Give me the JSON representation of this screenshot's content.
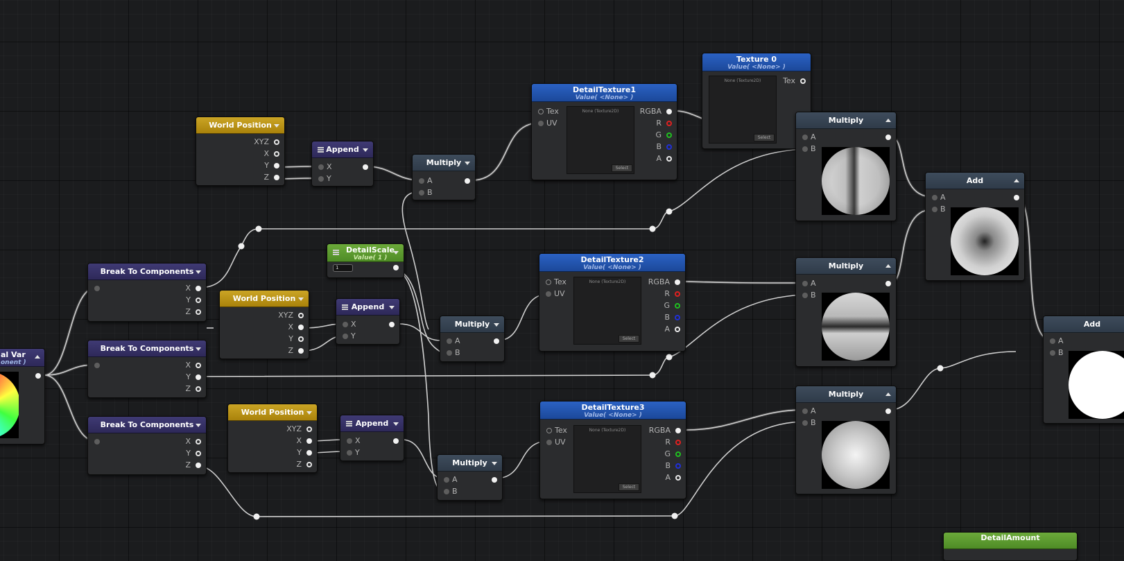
{
  "nodes": {
    "wp1": {
      "title": "World Position",
      "ports": [
        "XYZ",
        "X",
        "Y",
        "Z"
      ]
    },
    "wp2": {
      "title": "World Position",
      "ports": [
        "XYZ",
        "X",
        "Y",
        "Z"
      ]
    },
    "wp3": {
      "title": "World Position",
      "ports": [
        "XYZ",
        "X",
        "Y",
        "Z"
      ]
    },
    "append1": {
      "title": "Append",
      "ports": [
        "X",
        "Y"
      ]
    },
    "append2": {
      "title": "Append",
      "ports": [
        "X",
        "Y"
      ]
    },
    "append3": {
      "title": "Append",
      "ports": [
        "X",
        "Y"
      ]
    },
    "mul_a": {
      "title": "Multiply",
      "ports": [
        "A",
        "B"
      ]
    },
    "mul_b": {
      "title": "Multiply",
      "ports": [
        "A",
        "B"
      ]
    },
    "mul_c": {
      "title": "Multiply",
      "ports": [
        "A",
        "B"
      ]
    },
    "mul_r1": {
      "title": "Multiply",
      "ports": [
        "A",
        "B"
      ]
    },
    "mul_r2": {
      "title": "Multiply",
      "ports": [
        "A",
        "B"
      ]
    },
    "mul_r3": {
      "title": "Multiply",
      "ports": [
        "A",
        "B"
      ]
    },
    "add1": {
      "title": "Add",
      "ports": [
        "A",
        "B"
      ]
    },
    "add2": {
      "title": "Add",
      "ports": [
        "A",
        "B"
      ]
    },
    "break1": {
      "title": "Break To Components",
      "ports": [
        "X",
        "Y",
        "Z"
      ]
    },
    "break2": {
      "title": "Break To Components",
      "ports": [
        "X",
        "Y",
        "Z"
      ]
    },
    "break3": {
      "title": "Break To Components",
      "ports": [
        "X",
        "Y",
        "Z"
      ]
    },
    "detail_scale": {
      "title": "DetailScale",
      "subtitle": "Value( 1 )",
      "value": "1"
    },
    "tex0": {
      "title": "Texture 0",
      "subtitle": "Value( <None> )",
      "out": "Tex",
      "tex_label": "None (Texture2D)",
      "select": "Select"
    },
    "dt1": {
      "title": "DetailTexture1",
      "subtitle": "Value( <None> )",
      "in_tex": "Tex",
      "in_uv": "UV",
      "outs": [
        "RGBA",
        "R",
        "G",
        "B",
        "A"
      ],
      "tex_label": "None (Texture2D)",
      "select": "Select"
    },
    "dt2": {
      "title": "DetailTexture2",
      "subtitle": "Value( <None> )",
      "in_tex": "Tex",
      "in_uv": "UV",
      "outs": [
        "RGBA",
        "R",
        "G",
        "B",
        "A"
      ],
      "tex_label": "None (Texture2D)",
      "select": "Select"
    },
    "dt3": {
      "title": "DetailTexture3",
      "subtitle": "Value( <None> )",
      "in_tex": "Tex",
      "in_uv": "UV",
      "outs": [
        "RGBA",
        "R",
        "G",
        "B",
        "A"
      ],
      "tex_label": "None (Texture2D)",
      "select": "Select"
    },
    "local_var": {
      "title": "al Var",
      "subtitle": "onent )"
    },
    "detail_amount": {
      "title": "DetailAmount"
    }
  },
  "colors": {
    "canvas": "#1b1c1e",
    "wire": "#cfcfcf",
    "gold": "#b8920f",
    "purple": "#34306a",
    "slate": "#36424f",
    "blue": "#2456b0",
    "green": "#5c9a30"
  }
}
